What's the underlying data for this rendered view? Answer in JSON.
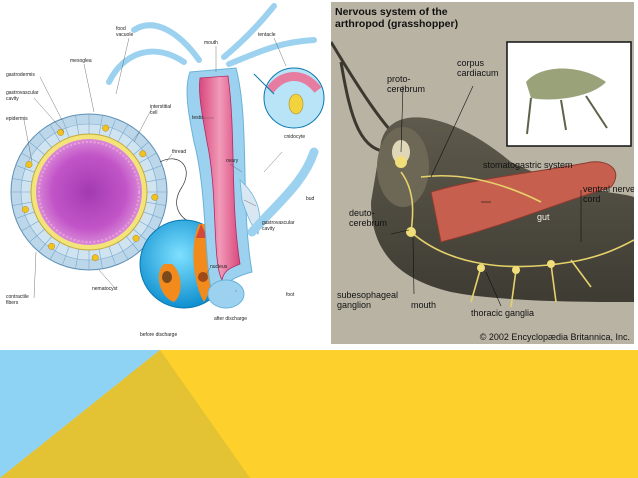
{
  "hydra": {
    "labels": {
      "food_vacuole": "food\nvacuole",
      "mesoglea": "mesoglea",
      "gastrodermis": "gastrodermis",
      "gastrovascular_cavity_left": "gastrovascular\ncavity",
      "epidermis": "epidermis",
      "interstitial_cell": "interstitial\ncell",
      "thread": "thread",
      "nematocyst": "nematocyst",
      "contractile_fibers": "contractile\nfibers",
      "before_discharge": "before discharge",
      "after_discharge": "after discharge",
      "nucleus": "nucleus",
      "mouth": "mouth",
      "tentacle": "tentacle",
      "testis": "testis",
      "cnidocyte": "cnidocyte",
      "ovary": "ovary",
      "bud": "bud",
      "gastrovascular_cavity_right": "gastrovascular\ncavity",
      "foot": "foot"
    }
  },
  "grasshopper": {
    "title_line1": "Nervous system of the",
    "title_line2": "arthropod (grasshopper)",
    "labels": {
      "protocerebrum": "proto-\ncerebrum",
      "corpus_cardiacum": "corpus\ncardiacum",
      "stomatogastric_system": "stomatogastric system",
      "ventral_nerve_cord": "ventral nerve\ncord",
      "gut": "gut",
      "deutocerebrum": "deuto-\ncerebrum",
      "subesophageal_ganglion": "subesophageal\nganglion",
      "mouth": "mouth",
      "thoracic_ganglia": "thoracic ganglia"
    },
    "copyright": "© 2002 Encyclopædia Britannica, Inc."
  },
  "colors": {
    "bottom_light_blue": "#8fd3f4",
    "bottom_yellow": "#fdd02b",
    "bottom_gold": "#e3c233"
  }
}
